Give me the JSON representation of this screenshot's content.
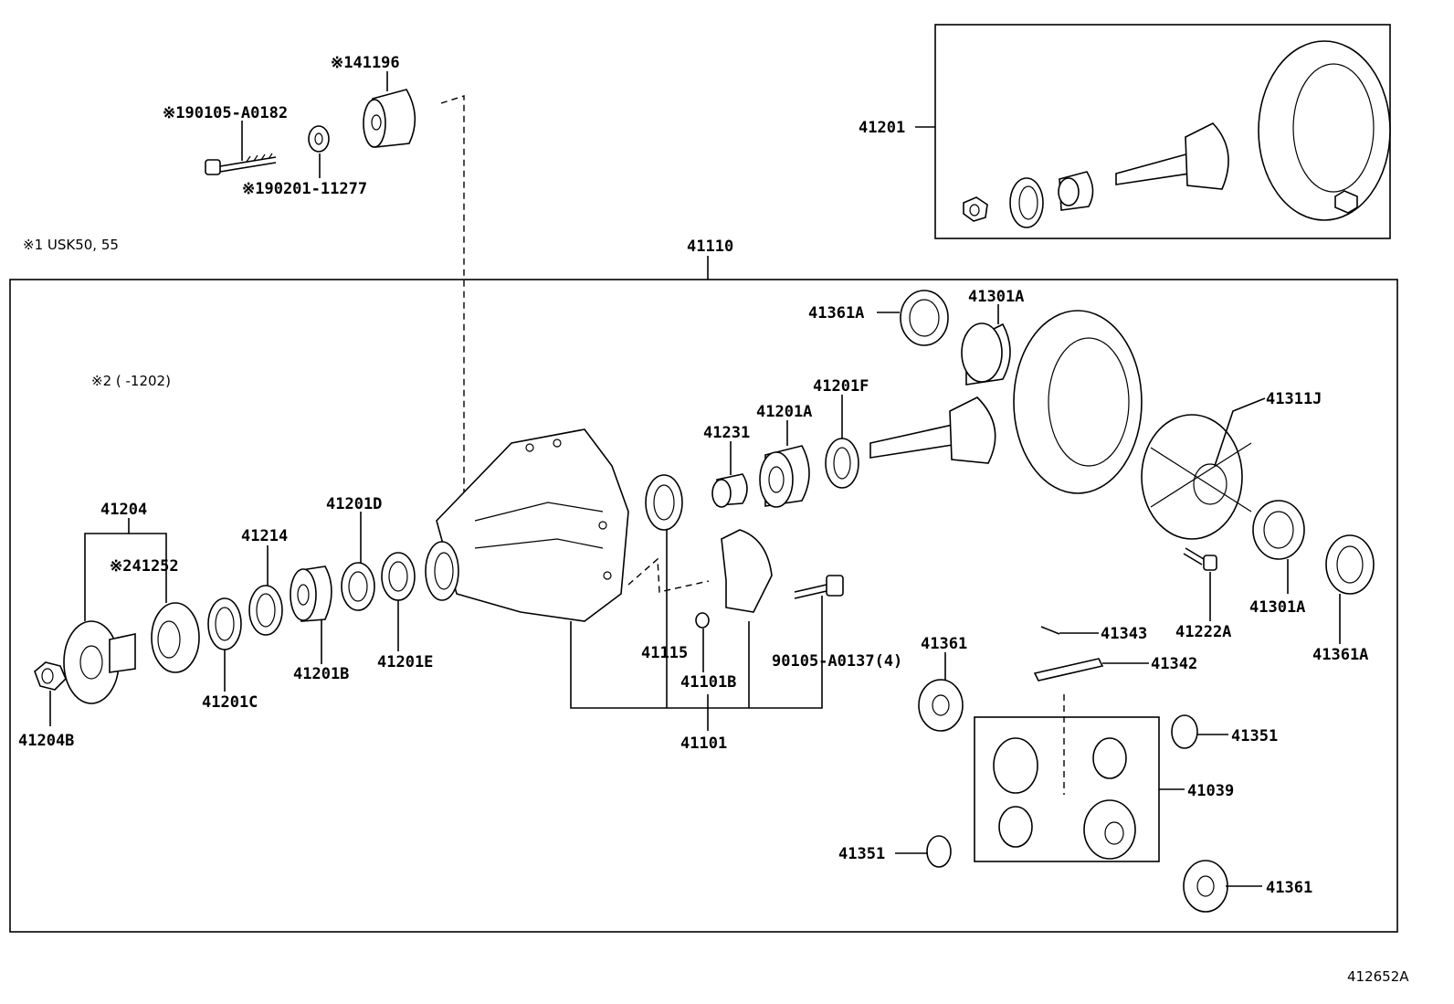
{
  "diagram_code": "412652A",
  "notes": {
    "note1": "※1 USK50, 55",
    "note2": "※2 (    -1202)"
  },
  "labels": {
    "p41196": "※141196",
    "p190105": "※190105-A0182",
    "p190201": "※190201-11277",
    "p41201": "41201",
    "p41110": "41110",
    "p41361A_top": "41361A",
    "p41301A_top": "41301A",
    "p41201F": "41201F",
    "p41201A": "41201A",
    "p41231": "41231",
    "p41311J": "41311J",
    "p41204": "41204",
    "p41252": "※241252",
    "p41214": "41214",
    "p41201D": "41201D",
    "p41201C": "41201C",
    "p41201B": "41201B",
    "p41201E": "41201E",
    "p41204B": "41204B",
    "p41115": "41115",
    "p41101B": "41101B",
    "p41101": "41101",
    "p90105": "90105-A0137(4)",
    "p41361_mid": "41361",
    "p41343": "41343",
    "p41342": "41342",
    "p41222A": "41222A",
    "p41301A_bot": "41301A",
    "p41361A_bot": "41361A",
    "p41351_right": "41351",
    "p41039": "41039",
    "p41351_left": "41351",
    "p41361_bot": "41361"
  }
}
